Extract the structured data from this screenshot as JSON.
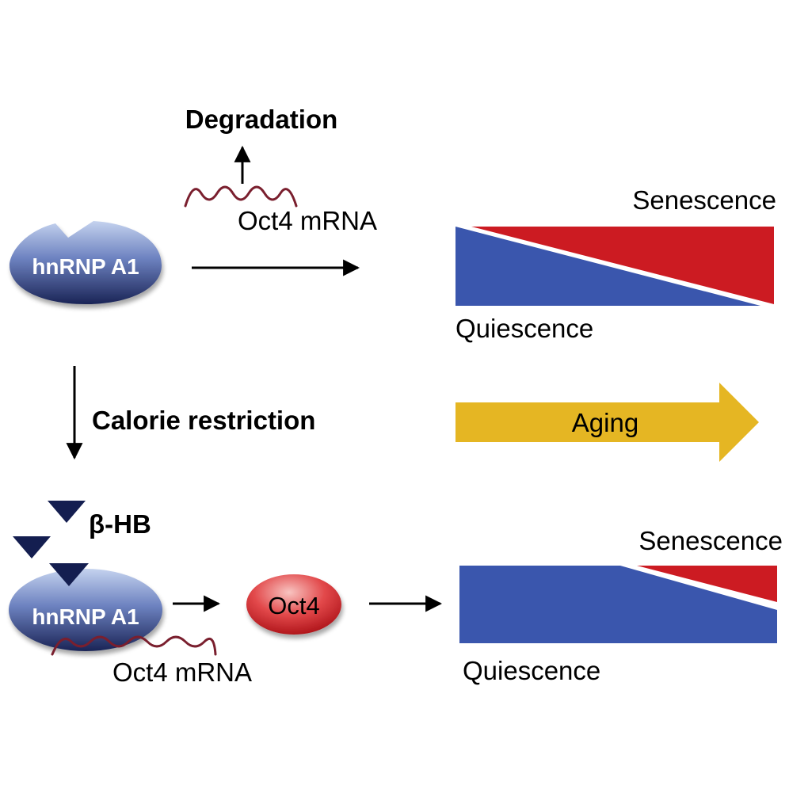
{
  "top": {
    "degradation": "Degradation",
    "mrna": "Oct4 mRNA",
    "protein": "hnRNP A1",
    "senescence": "Senescence",
    "quiescence": "Quiescence"
  },
  "middle": {
    "calorie_restriction": "Calorie restriction",
    "aging": "Aging"
  },
  "bottom": {
    "beta_hb": "β-HB",
    "protein": "hnRNP A1",
    "mrna": "Oct4 mRNA",
    "oct4": "Oct4",
    "senescence": "Senescence",
    "quiescence": "Quiescence"
  },
  "colors": {
    "senescence": "#cc1b22",
    "quiescence": "#3a56ad",
    "aging_arrow": "#e5b623",
    "hnrnp_top": "#b5c5e6",
    "hnrnp_bottom": "#1e2a5c",
    "oct4_light": "#f3a7a3",
    "oct4_dark": "#c0161c",
    "mrna": "#7a1f2e",
    "beta_hb": "#141e50"
  }
}
